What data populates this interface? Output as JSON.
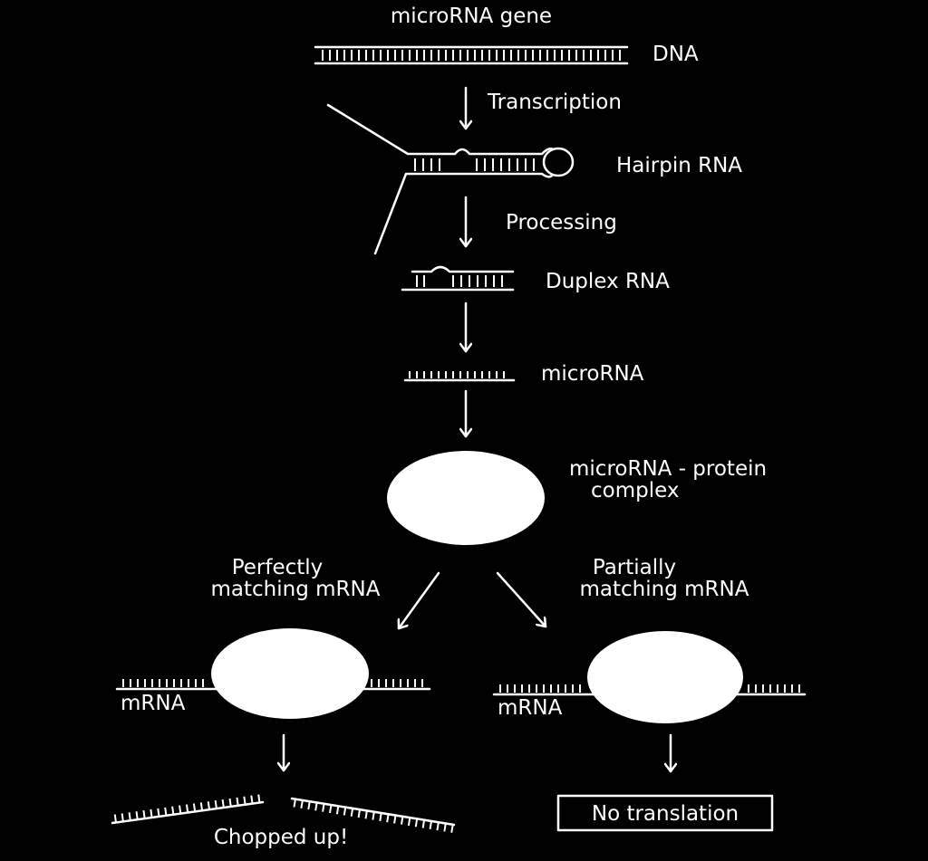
{
  "diagram": {
    "title": "microRNA gene",
    "dna": "DNA",
    "transcription": "Transcription",
    "hairpin": "Hairpin RNA",
    "processing": "Processing",
    "duplex": "Duplex RNA",
    "microrna": "microRNA",
    "complex_line1": "microRNA - protein",
    "complex_line2": "complex",
    "left_branch_line1": "Perfectly",
    "left_branch_line2": "matching mRNA",
    "right_branch_line1": "Partially",
    "right_branch_line2": "matching mRNA",
    "mrna_left": "mRNA",
    "mrna_right": "mRNA",
    "outcome_left": "Chopped up!",
    "outcome_right": "No translation"
  },
  "colors": {
    "background": "#000000",
    "ink": "#ffffff"
  }
}
